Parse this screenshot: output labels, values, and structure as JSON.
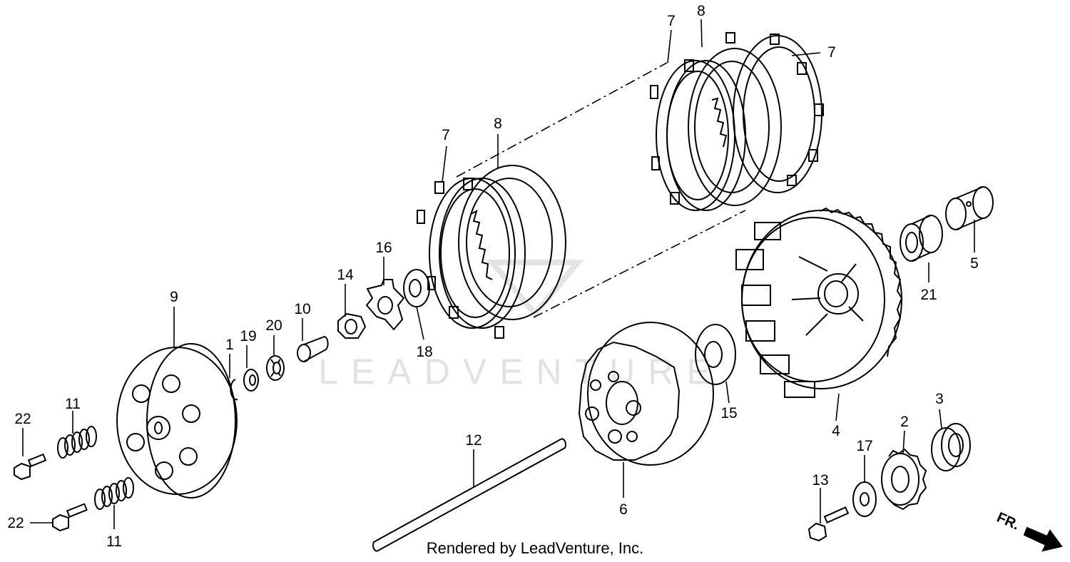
{
  "watermark": "LEADVENTURE",
  "credit": "Rendered by LeadVenture, Inc.",
  "direction": "FR.",
  "callouts": {
    "c1": "1",
    "c2": "2",
    "c3": "3",
    "c4": "4",
    "c5": "5",
    "c6": "6",
    "c7a": "7",
    "c7b": "7",
    "c7c": "7",
    "c8a": "8",
    "c8b": "8",
    "c9": "9",
    "c10": "10",
    "c11a": "11",
    "c11b": "11",
    "c12": "12",
    "c13": "13",
    "c14": "14",
    "c15": "15",
    "c16": "16",
    "c17": "17",
    "c18": "18",
    "c19": "19",
    "c20": "20",
    "c21": "21",
    "c22a": "22",
    "c22b": "22"
  }
}
